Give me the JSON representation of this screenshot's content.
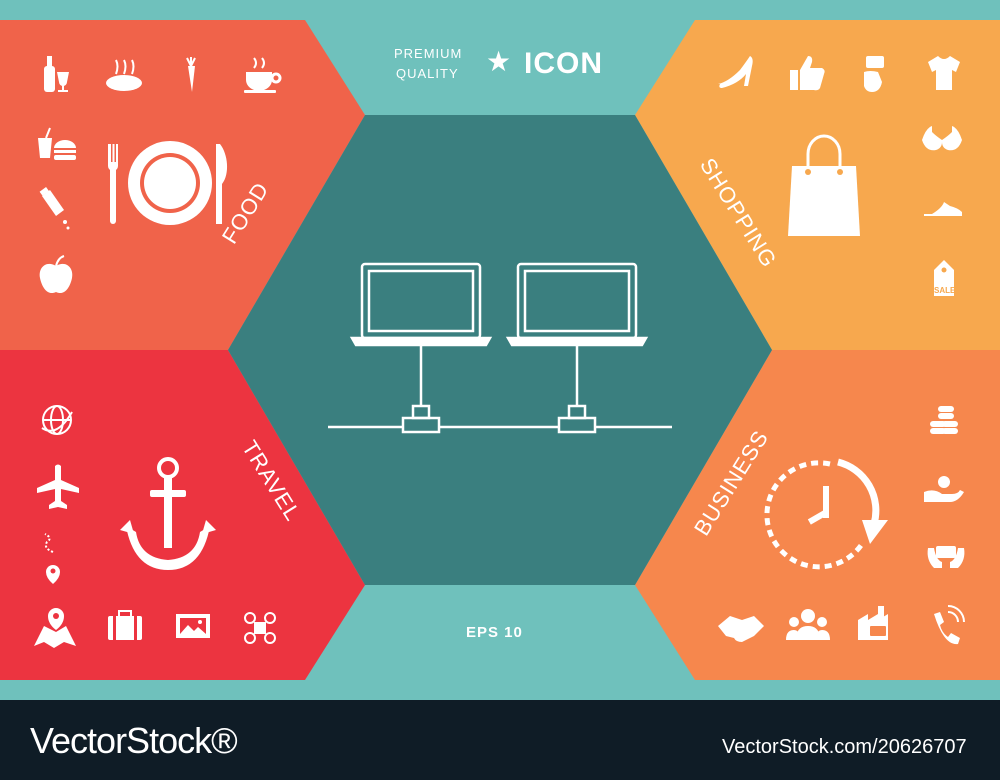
{
  "header": {
    "line1": "PREMIUM",
    "line2": "QUALITY",
    "star": "★",
    "word": "ICON"
  },
  "categories": {
    "food": "FOOD",
    "shopping": "SHOPPING",
    "travel": "TRAVEL",
    "business": "BUSINESS"
  },
  "sale_tag": "SALE",
  "eps_label": "EPS 10",
  "footer": {
    "brand": "VectorStock®",
    "id": "VectorStock.com/20626707"
  },
  "colors": {
    "background": "#6fc1bc",
    "center": "#3a7f7f",
    "food": "#f0634a",
    "travel": "#ec3440",
    "shopping": "#f7a84e",
    "business": "#f6874d",
    "footer": "#0f1c26"
  },
  "icons": {
    "food": [
      "wine-icon",
      "bread-icon",
      "carrot-icon",
      "coffee-cup-icon",
      "drink-burger-icon",
      "fork-plate-knife-icon",
      "sauce-bottle-icon",
      "apple-icon"
    ],
    "shopping": [
      "high-heel-icon",
      "thumbs-up-icon",
      "credit-card-hand-icon",
      "t-shirt-icon",
      "shopping-bag-icon",
      "bra-icon",
      "shoe-icon",
      "sale-tag-icon"
    ],
    "travel": [
      "globe-icon",
      "airplane-icon",
      "anchor-icon",
      "route-pin-icon",
      "map-pin-icon",
      "suitcase-icon",
      "photo-icon",
      "drone-icon"
    ],
    "business": [
      "coins-icon",
      "hand-coin-icon",
      "clock-arrow-icon",
      "card-hands-icon",
      "handshake-icon",
      "team-icon",
      "factory-money-icon",
      "phone-icon"
    ],
    "center": "network-computers-icon"
  }
}
